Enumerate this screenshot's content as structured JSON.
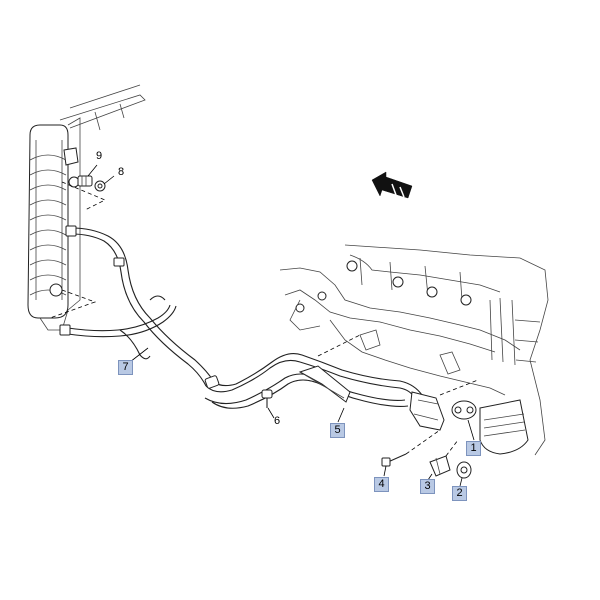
{
  "callouts": {
    "c1": {
      "label": "1",
      "boxed": true
    },
    "c2": {
      "label": "2",
      "boxed": true
    },
    "c3": {
      "label": "3",
      "boxed": true
    },
    "c4": {
      "label": "4",
      "boxed": true
    },
    "c5": {
      "label": "5",
      "boxed": true
    },
    "c6": {
      "label": "6",
      "boxed": false
    },
    "c7": {
      "label": "7",
      "boxed": true
    },
    "c8": {
      "label": "8",
      "boxed": false
    },
    "c9": {
      "label": "9",
      "boxed": false
    }
  },
  "front_arrow_label": "FRONT",
  "colors": {
    "callout_fill": "#b9c9e4",
    "line": "#222222"
  }
}
